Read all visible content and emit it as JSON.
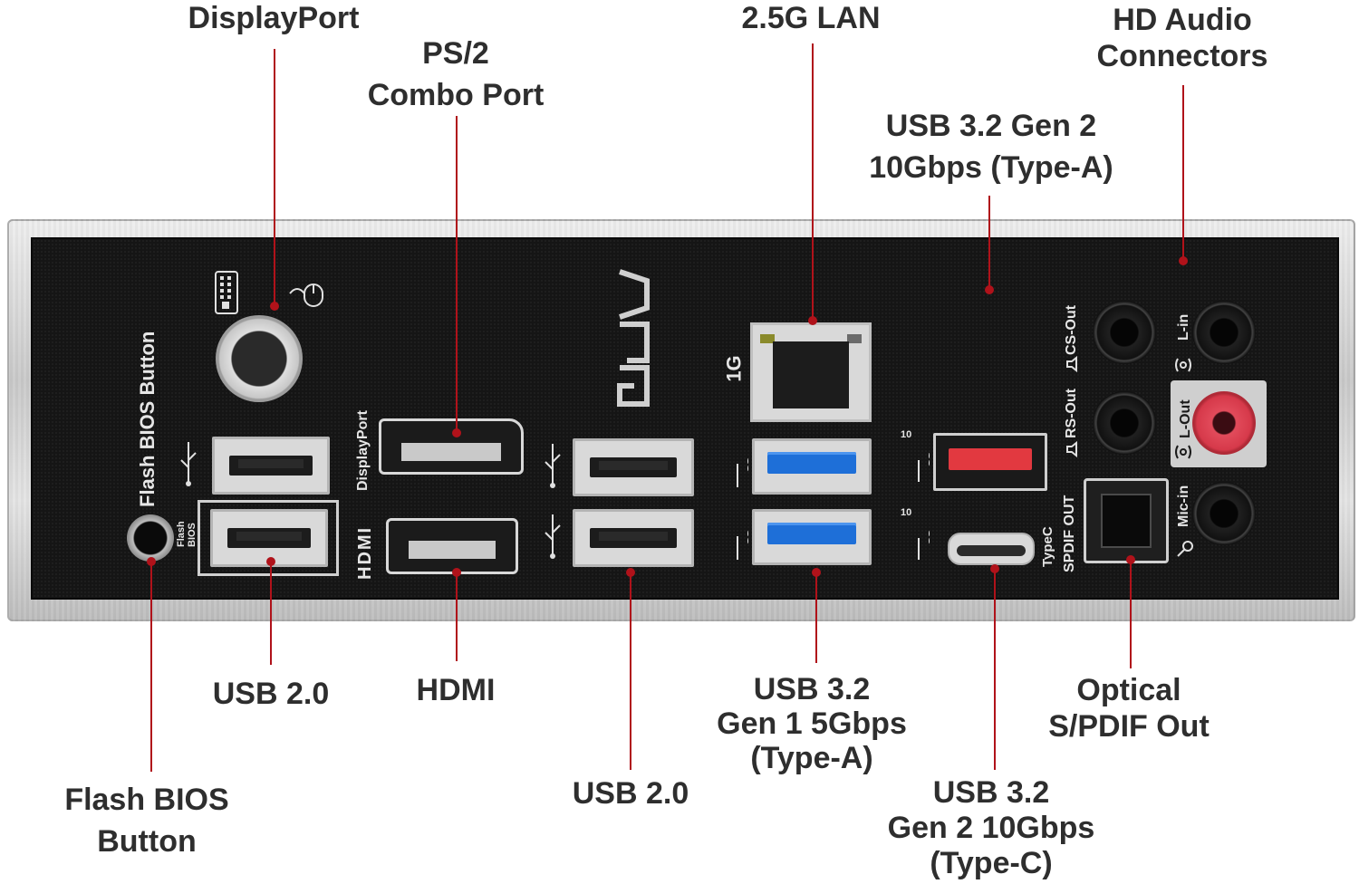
{
  "callouts": {
    "displayport": "DisplayPort",
    "ps2_line1": "PS/2",
    "ps2_line2": "Combo Port",
    "lan": "2.5G LAN",
    "audio_line1": "HD Audio",
    "audio_line2": "Connectors",
    "usb32g2a_line1": "USB 3.2 Gen 2",
    "usb32g2a_line2": "10Gbps (Type-A)",
    "usb20_left": "USB 2.0",
    "hdmi": "HDMI",
    "usb32g1_line1": "USB 3.2",
    "usb32g1_line2": "Gen 1 5Gbps",
    "usb32g1_line3": "(Type-A)",
    "optical_line1": "Optical",
    "optical_line2": "S/PDIF Out",
    "flash_line1": "Flash BIOS",
    "flash_line2": "Button",
    "usb20_right": "USB 2.0",
    "usb32g2c_line1": "USB 3.2",
    "usb32g2c_line2": "Gen 2 10Gbps",
    "usb32g2c_line3": "(Type-C)"
  },
  "silkscreen": {
    "flash_bios_button": "Flash BIOS Button",
    "flash_bios_small_1": "Flash",
    "flash_bios_small_2": "BIOS",
    "displayport": "DisplayPort",
    "hdmi": "HDMI",
    "lan_speed": "1G",
    "ss10_a": "10",
    "ss10_c": "10",
    "typec": "TypeC",
    "spdif_out": "SPDIF OUT",
    "cs_out": "CS-Out",
    "rs_out": "RS-Out",
    "l_in": "L-in",
    "l_out": "L-Out",
    "mic_in": "Mic-in"
  },
  "icons": {
    "keyboard": "keyboard-icon",
    "mouse": "mouse-icon",
    "usb": "usb-icon",
    "superspeed": "ss-icon",
    "speaker": "speaker-icon",
    "sound_wave": "sound-wave-icon",
    "microphone": "microphone-icon"
  },
  "colors": {
    "leader": "#b0121a",
    "label": "#2e2e2e",
    "usb3_gen1": "#1e6fd8",
    "usb3_gen2": "#e23940",
    "line_out": "#d6394a"
  }
}
